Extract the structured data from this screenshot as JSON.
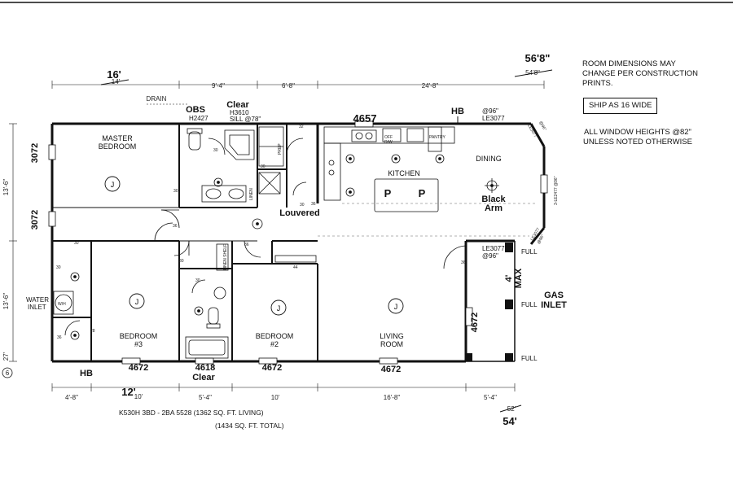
{
  "notes": {
    "room_dims": [
      "ROOM DIMENSIONS MAY",
      "CHANGE PER CONSTRUCTION",
      "PRINTS."
    ],
    "ship": "SHIP AS 16 WIDE",
    "window_heights": [
      "ALL WINDOW HEIGHTS @82\"",
      "UNLESS NOTED OTHERWISE"
    ]
  },
  "rooms": {
    "master": [
      "MASTER",
      "BEDROOM"
    ],
    "kitchen": "KITCHEN",
    "dining": "DINING",
    "bedroom3": [
      "BEDROOM",
      "#3"
    ],
    "bedroom2": [
      "BEDROOM",
      "#2"
    ],
    "living": [
      "LIVING",
      "ROOM"
    ]
  },
  "dimensions": {
    "top": [
      "9'-4\"",
      "6'-8\"",
      "24'-8\""
    ],
    "bottom": [
      "4'-8\"",
      "5'-4\"",
      "10'",
      "16'-8\"",
      "5'-4\""
    ],
    "left": [
      "13'-6\"",
      "13'-6\"",
      "27'"
    ],
    "drain": "DRAIN",
    "marker": "6"
  },
  "fixtures": {
    "obs": "OBS",
    "h2427": "H2427",
    "h3610": "H3610",
    "sill": "SILL @78\"",
    "le3077_top": [
      "@96\"",
      "LE3077"
    ],
    "le3077_corner": [
      "LE3077",
      "@96\""
    ],
    "le2477": "3-LE2477 @96\"",
    "le3077_side": [
      "LE3077",
      "@96\""
    ],
    "le3077_mid": [
      "LE3077",
      "@96\""
    ],
    "full": [
      "FULL",
      "FULL",
      "FULL"
    ],
    "water_inlet": [
      "WATER",
      "INLET"
    ],
    "wh": "W/H",
    "off": [
      "OFF",
      "D/W"
    ],
    "pantry": "PANTRY",
    "linen": "LINEN",
    "linen_shelf": "LINEN SHELF",
    "prep": "PREP",
    "door_sizes": [
      "32",
      "30",
      "30",
      "30",
      "30",
      "36",
      "30",
      "30",
      "36",
      "30",
      "30",
      "28",
      "36",
      "36",
      "44",
      "36"
    ]
  },
  "handwritten": {
    "top_width": "16'",
    "top_width_printed": "14'",
    "overall": "56'8\"",
    "overall_printed": "54'8\"",
    "clear_top": "Clear",
    "w4657": "4657",
    "hb_top": "HB",
    "w3072a": "3072",
    "w3072b": "3072",
    "louvered": "Louvered",
    "black_arm": [
      "Black",
      "Arm"
    ],
    "max4": [
      "4'",
      "MAX"
    ],
    "gas_inlet": [
      "GAS",
      "INLET"
    ],
    "w4672_side": "4672",
    "hb_bottom": "HB",
    "w4672_a": "4672",
    "w4618": "4618",
    "clear_bottom": "Clear",
    "w4672_b": "4672",
    "w4672_c": "4672",
    "bottom_width": "12'",
    "bottom_width_printed": "10'",
    "bottom_overall": "54'",
    "bottom_overall_printed": "52'"
  },
  "symbols": {
    "ceiling_j": "J",
    "island_p": "P"
  },
  "caption": {
    "model": "K530H  3BD - 2BA  5528  (1362 SQ. FT.  LIVING)",
    "total": "(1434 SQ. FT.  TOTAL)"
  }
}
